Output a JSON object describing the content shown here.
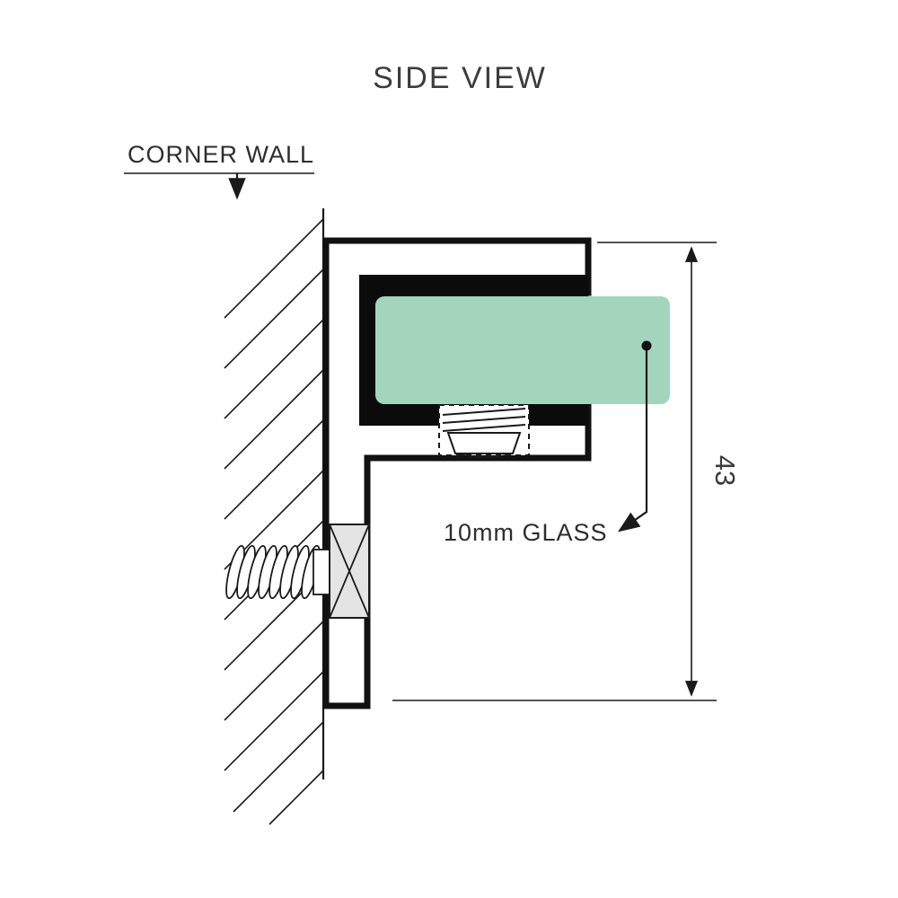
{
  "title": "SIDE VIEW",
  "diagram": {
    "wall_label": "CORNER WALL",
    "glass_label": "10mm GLASS",
    "dimension_value": "43"
  },
  "colors": {
    "glass": "#a3d5bd",
    "metal_light": "#dedede",
    "metal_dark": "#8f8f8f",
    "gasket": "#0b0b0b",
    "line": "#1a1a1a",
    "text": "#3a3a3a"
  }
}
